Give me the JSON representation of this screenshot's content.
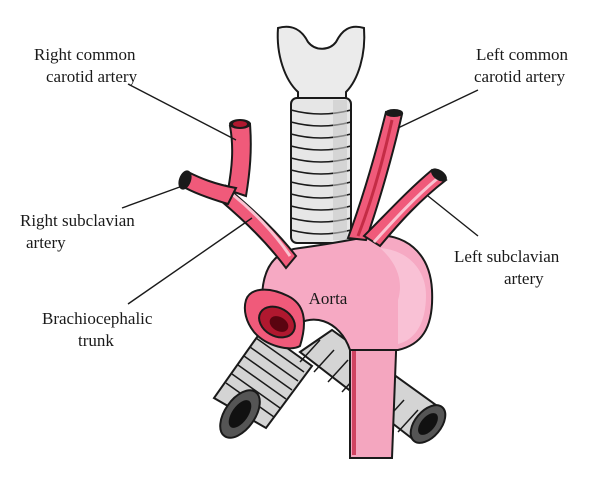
{
  "labels": {
    "right_common_carotid": [
      "Right common",
      "carotid artery"
    ],
    "left_common_carotid": [
      "Left common",
      "carotid artery"
    ],
    "right_subclavian": [
      "Right subclavian",
      "artery"
    ],
    "left_subclavian": [
      "Left subclavian",
      "artery"
    ],
    "brachiocephalic": [
      "Brachiocephalic",
      "trunk"
    ],
    "aorta": "Aorta"
  },
  "colors": {
    "artery": "#f05a7a",
    "artery_light": "#f7a3b8",
    "artery_dark": "#c72a4a",
    "aorta_fill": "#f7b0c8",
    "trachea": "#e8e8e8",
    "bronchus": "#cfcfcf",
    "outline": "#1a1a1a"
  }
}
